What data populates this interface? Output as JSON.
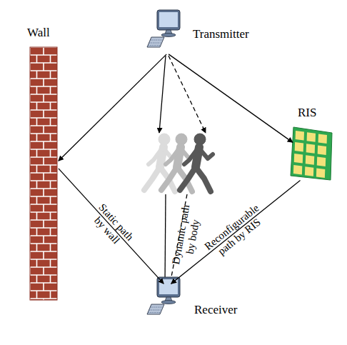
{
  "diagram": {
    "nodes": [
      {
        "text": [
          "Transmitter"
        ]
      },
      {
        "text": [
          "Wall"
        ]
      },
      {
        "text": [
          "RIS"
        ]
      },
      {
        "text": [
          "Receiver"
        ]
      }
    ],
    "edges": [
      {
        "from": 0,
        "to": 1,
        "arrow": "to"
      },
      {
        "from": 1,
        "to": 3,
        "label": "Static path by wall",
        "arrow": "to"
      },
      {
        "from": 0,
        "to": 2,
        "arrow": "to"
      },
      {
        "from": 2,
        "to": 3,
        "label": "Reconfigurable path by RIS",
        "arrow": "to"
      }
    ],
    "labels": [
      "Dynamic path by body"
    ]
  }
}
